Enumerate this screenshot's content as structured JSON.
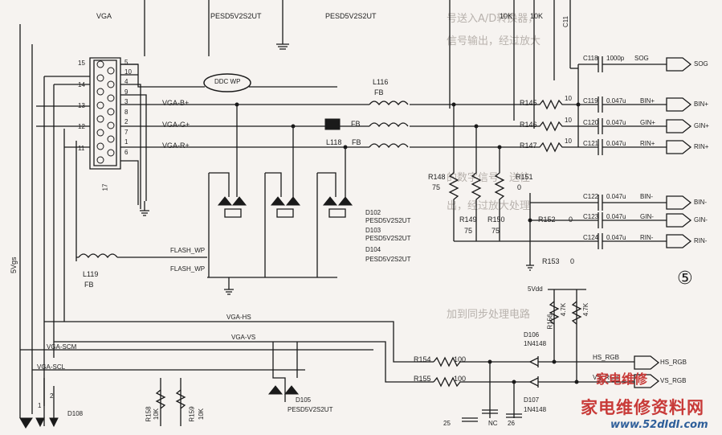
{
  "connector": {
    "title": "VGA",
    "pins_left": [
      "15",
      "14",
      "13",
      "12",
      "11"
    ],
    "pins_right": [
      "5",
      "10",
      "4",
      "9",
      "3",
      "8",
      "2",
      "7",
      "1",
      "6"
    ],
    "pin_num_17": "17"
  },
  "top_parts": {
    "pesd_a": "PESD5V2S2UT",
    "pesd_b": "PESD5V2S2UT",
    "r_a": "10K",
    "r_b": "10K",
    "c_top": "C11"
  },
  "nets": {
    "ddc": "DDC WP",
    "vga_b": "VGA-B+",
    "vga_g": "VGA-G+",
    "vga_r": "VGA-R+",
    "flash_wp": "FLASH_WP",
    "flash_wp2": "FLASH_WP",
    "vga_hs": "VGA-HS",
    "vga_vs": "VGA-VS",
    "vga_scl": "VGA-SCM",
    "vga_sda": "VGA-SCL"
  },
  "inductors": {
    "l116": "L116",
    "l116_fb": "FB",
    "l117_fb": "FB",
    "l118": "L118",
    "l118_fb": "FB",
    "l119": "L119",
    "l119_fb": "FB"
  },
  "resistors_right": {
    "r145": "R145",
    "r146": "R146",
    "r147": "R147",
    "v10a": "10",
    "v10b": "10",
    "v10c": "10"
  },
  "caps_right": {
    "c118": "C118",
    "c118_v": "1000p",
    "c119": "C119",
    "c119_v": "0.047u",
    "c120": "C120",
    "c120_v": "0.047u",
    "c121": "C121",
    "c121_v": "0.047u",
    "c122": "C122",
    "c122_v": "0.047u",
    "c123": "C123",
    "c123_v": "0.047u",
    "c124": "C124",
    "c124_v": "0.047u"
  },
  "outputs": {
    "sog": "SOG",
    "bin_p": "BIN+",
    "gin_p": "GIN+",
    "rin_p": "RIN+",
    "bin_m": "BIN-",
    "gin_m": "GIN-",
    "rin_m": "RIN-",
    "hs_rgb": "HS_RGB",
    "vs_rgb": "VS_RGB"
  },
  "net_out_small": {
    "sog": "SOG",
    "bin_p": "BIN+",
    "gin_p": "GIN+",
    "rin_p": "RIN+",
    "bin_m": "BIN-",
    "gin_m": "GIN-",
    "rin_m": "RIN-",
    "hs": "HS_RGB",
    "vs": "VS_RGB"
  },
  "mid_parts": {
    "r148": "R148",
    "r148_v": "75",
    "r149": "R149",
    "r149_v": "75",
    "r150": "R150",
    "r150_v": "75",
    "r151": "R151",
    "r151_v": "0",
    "r152": "R152",
    "r152_v": "0",
    "r153": "R153",
    "r153_v": "0"
  },
  "diodes": {
    "d102": "D102",
    "d102_p": "PESD5V2S2UT",
    "d103": "D103",
    "d103_p": "PESD5V2S2UT",
    "d104": "D104",
    "d104_p": "PESD5V2S2UT",
    "d105": "D105",
    "d105_p": "PESD5V2S2UT",
    "d106": "D106",
    "d106v": "1N4148",
    "d107": "D107",
    "d107v": "1N4148",
    "d108": "D108"
  },
  "bottom_parts": {
    "vdd": "5Vdd",
    "r156": "R156",
    "r156_v": "4.7K",
    "r157_v": "4.7K",
    "r154": "R154",
    "r154_v": "100",
    "r155": "R155",
    "r155_v": "100",
    "c25": "25",
    "nc": "NC",
    "c26": "26",
    "r158": "R158",
    "r158_v": "10K",
    "r159": "R159",
    "r159_v": "10K",
    "pin1": "1",
    "pin2": "2"
  },
  "left_net": "5Vgs",
  "marker": "⑤",
  "watermark": {
    "cn": "家电维修资料网",
    "url": "www.52dIdI.com",
    "small": "家电维修"
  },
  "colors": {
    "line": "#1a1a1a",
    "wm_red": "#c83a38",
    "wm_blue": "#2f5f9a"
  }
}
